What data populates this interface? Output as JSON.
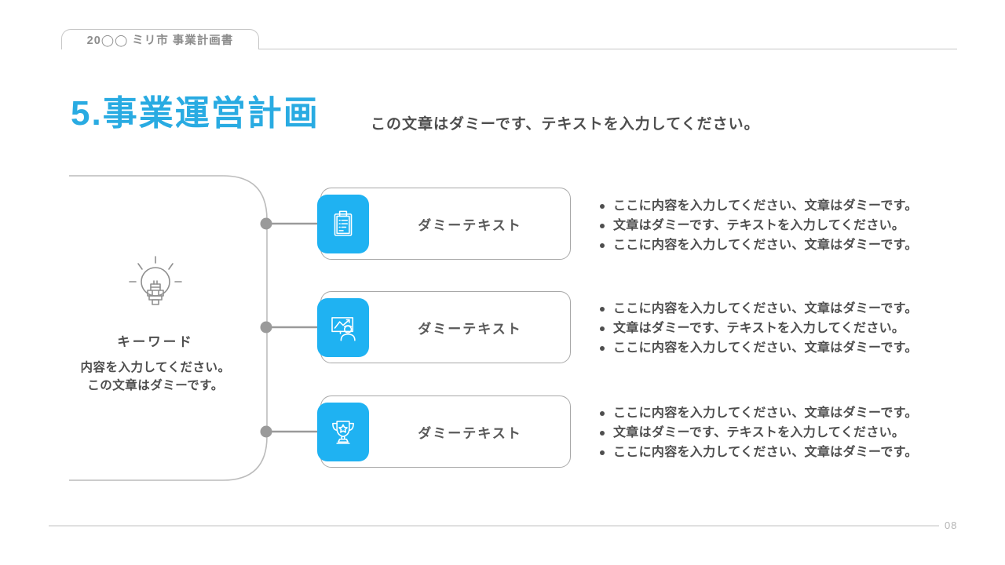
{
  "header": {
    "tab_label": "20◯◯ ミリ市 事業計画書"
  },
  "title": "5.事業運営計画",
  "subtitle": "この文章はダミーです、テキストを入力してください。",
  "keyword_panel": {
    "icon": "lightbulb-icon",
    "label": "キーワード",
    "description_line1": "内容を入力してください。",
    "description_line2": "この文章はダミーです。"
  },
  "rows": [
    {
      "icon": "clipboard-icon",
      "label": "ダミーテキスト",
      "bullets": [
        "ここに内容を入力してください、文章はダミーです。",
        "文章はダミーです、テキストを入力してください。",
        "ここに内容を入力してください、文章はダミーです。"
      ]
    },
    {
      "icon": "presentation-icon",
      "label": "ダミーテキスト",
      "bullets": [
        "ここに内容を入力してください、文章はダミーです。",
        "文章はダミーです、テキストを入力してください。",
        "ここに内容を入力してください、文章はダミーです。"
      ]
    },
    {
      "icon": "trophy-icon",
      "label": "ダミーテキスト",
      "bullets": [
        "ここに内容を入力してください、文章はダミーです。",
        "文章はダミーです、テキストを入力してください。",
        "ここに内容を入力してください、文章はダミーです。"
      ]
    }
  ],
  "footer": {
    "page_number": "08"
  },
  "colors": {
    "accent": "#29ABE2",
    "icon_box": "#1FB2F2",
    "line_gray": "#c7c7c7",
    "connector_gray": "#9a9a9a"
  }
}
